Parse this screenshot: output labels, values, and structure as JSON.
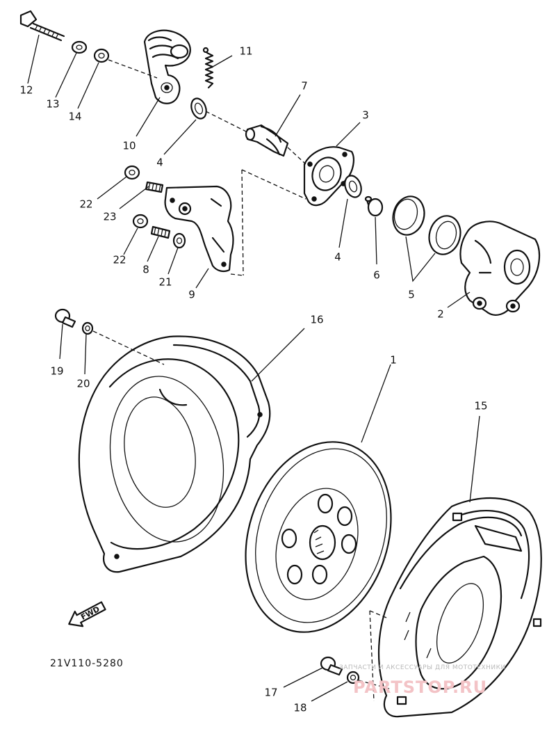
{
  "diagram": {
    "code": "21V110-5280",
    "fwd_label": "FWD",
    "watermark_small": "ЗАПЧАСТИ И АКСЕССУАРЫ ДЛЯ МОТОТЕХНИКИ",
    "watermark_big": "PARTSTOP.RU",
    "callouts": [
      {
        "id": "12",
        "label": "12"
      },
      {
        "id": "13",
        "label": "13"
      },
      {
        "id": "14",
        "label": "14"
      },
      {
        "id": "11",
        "label": "11"
      },
      {
        "id": "10",
        "label": "10"
      },
      {
        "id": "4a",
        "label": "4"
      },
      {
        "id": "7",
        "label": "7"
      },
      {
        "id": "3",
        "label": "3"
      },
      {
        "id": "22a",
        "label": "22"
      },
      {
        "id": "23",
        "label": "23"
      },
      {
        "id": "22b",
        "label": "22"
      },
      {
        "id": "8",
        "label": "8"
      },
      {
        "id": "21",
        "label": "21"
      },
      {
        "id": "9",
        "label": "9"
      },
      {
        "id": "4b",
        "label": "4"
      },
      {
        "id": "6",
        "label": "6"
      },
      {
        "id": "5",
        "label": "5"
      },
      {
        "id": "2",
        "label": "2"
      },
      {
        "id": "19",
        "label": "19"
      },
      {
        "id": "20",
        "label": "20"
      },
      {
        "id": "16",
        "label": "16"
      },
      {
        "id": "1",
        "label": "1"
      },
      {
        "id": "15",
        "label": "15"
      },
      {
        "id": "17",
        "label": "17"
      },
      {
        "id": "18",
        "label": "18"
      }
    ]
  }
}
